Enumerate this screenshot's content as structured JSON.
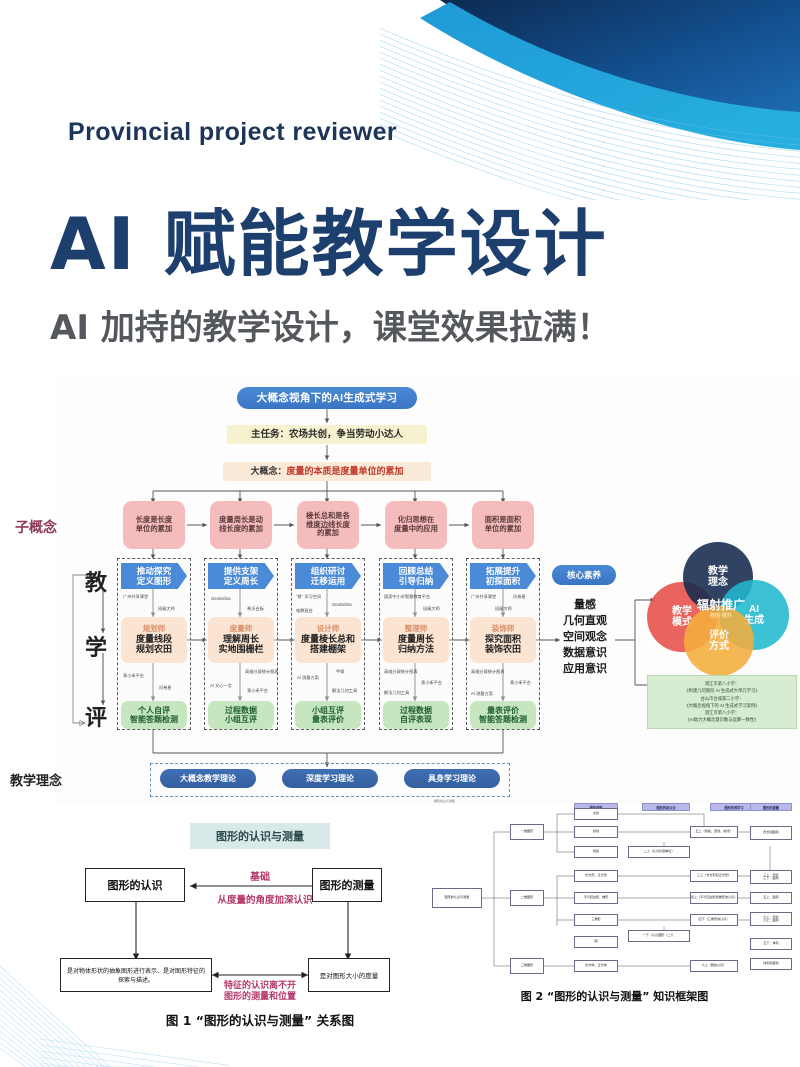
{
  "header": {
    "kicker": "Provincial project reviewer",
    "title": "AI 赋能教学设计",
    "subtitle": "AI 加持的教学设计，课堂效果拉满！",
    "colors": {
      "navy": "#1d3f6e",
      "kicker": "#1d3557",
      "sub": "#54585c",
      "accent": "#2d9cdb"
    }
  },
  "flowchart": {
    "top_node": "大概念视角下的AI生成式学习",
    "main_task": "主任务：农场共创，争当劳动小达人",
    "big_concept_label": "大概念：",
    "big_concept_text": "度量的本质是度量单位的累加",
    "side_labels": {
      "sub_concept": "子概念",
      "teach": "教",
      "learn": "学",
      "assess": "评",
      "teaching_idea": "教学理念"
    },
    "sub_concepts": [
      "长度是长度\n单位的累加",
      "度量周长是动\n线长度的累加",
      "棱长总和是各\n维度边线长度\n的累加",
      "化归思想在\n度量中的应用",
      "面积是面积\n单位的累加"
    ],
    "columns": [
      {
        "chevron": "推动探究\n定义图形",
        "role": "规划师",
        "action": "度量线段\n规划农田",
        "evaluation": "个人自评\n智能答题检测",
        "tools_top": [
          "广州共享课堂",
          "班级大师"
        ],
        "tools_bottom": [
          "青小禾平台",
          "问卷星"
        ]
      },
      {
        "chevron": "提供支架\n定义周长",
        "role": "度量师",
        "action": "理解周长\n实地围栅栏",
        "evaluation": "过程数据\n小组互评",
        "tools_top": [
          "GeoGebra",
          "希沃白板"
        ],
        "tools_bottom": [
          "AI 文心一言",
          "高维分屏统计图表",
          "青小禾平台"
        ]
      },
      {
        "chevron": "组织研讨\n迁移运用",
        "role": "设计师",
        "action": "度量棱长总和\n搭建棚架",
        "evaluation": "小组互评\n量表评价",
        "tools_top": [
          "\"易\" 学习空间",
          "GeoGebra",
          "电教班台"
        ],
        "tools_bottom": [
          "AI 测量方案",
          "甲骨",
          "解法几何工具"
        ]
      },
      {
        "chevron": "回顾总结\n引导归纳",
        "role": "整理师",
        "action": "度量周长\n归纳方法",
        "evaluation": "过程数据\n自评表现",
        "tools_top": [
          "国家中小学智慧教育平台",
          "班级大师"
        ],
        "tools_bottom": [
          "高维分屏统计图表",
          "青小禾平台",
          "解法几何工具"
        ]
      },
      {
        "chevron": "拓展提升\n初探面积",
        "role": "装饰师",
        "action": "探究面积\n装饰农田",
        "evaluation": "量表评价\n智能答题检测",
        "tools_top": [
          "广州共享课堂",
          "问卷星",
          "班级大师"
        ],
        "tools_bottom": [
          "高维分屏统计图表",
          "青小禾平台",
          "AI 测量方案"
        ]
      }
    ],
    "core_literacy": {
      "badge": "核心素养",
      "items": [
        "量感",
        "几何直观",
        "空间观念",
        "数据意识",
        "应用意识"
      ]
    },
    "venn": {
      "circles": [
        {
          "label": "教学\n模式",
          "color": "#e8504a"
        },
        {
          "label": "教学\n理念",
          "color": "#152a4e"
        },
        {
          "label": "AI\n生成",
          "color": "#22b8cf"
        },
        {
          "label": "评价\n方式",
          "color": "#f4ae3d"
        }
      ],
      "center_label": "辐射推广",
      "center_sub": "校内·校外"
    },
    "promotion_note": [
      "湛江市第八小学：",
      "《构建几何图形 AI 生成式大单元学习》",
      "台山市台城第二小学：",
      "《大概念视角下的 AI 生成式学习案例》",
      "湛江市第八小学：",
      "《AI助力大概念意识数与运算一致性》"
    ],
    "theories": [
      "大概念教学理论",
      "深度学习理论",
      "具身学习理论"
    ]
  },
  "figure1": {
    "title": "图形的认识与测量",
    "box_left": "图形的认识",
    "box_right": "图形的测量",
    "label_top": "基础",
    "label_mid": "从度量的角度加深认识",
    "box_bottom_left": "是对物体形状的抽象图形进行表示、是对图形特征的探索与描述。",
    "box_bottom_right": "是对图形大小的度量",
    "label_bottom": "特征的认识离不开\n图形的测量和位置",
    "caption": "图 1 “图形的认识与测量” 关系图"
  },
  "figure2": {
    "root": "图形的认识与测量",
    "headers": [
      "图形类型",
      "图形的初认识",
      "图形的再学习",
      "图形的度量"
    ],
    "branches": [
      "一维图形",
      "二维图形",
      "三维图形"
    ],
    "nodes_l2": [
      "点线",
      "射线",
      "线段",
      "长方形、正方形",
      "平行四边形、梯形",
      "三角形",
      "圆",
      "长方体、正方体"
    ],
    "nodes_l3": [
      "二上（认识长度单位）",
      "一下（认识图形（二））",
      "三上（长方形和正方形）",
      "四上（平行四边形和梯形的认识）",
      "四下（三角形的认识）",
      "六上（圆的认识）"
    ],
    "nodes_l4": [
      "五上（线段、直线、射线）",
      "周长和面积",
      "三上：周长\n三下：面积",
      "五上：面积",
      "六上：周长\n六上：面积",
      "五下：体积",
      "体积和容积"
    ],
    "caption": "图 2 “图形的认识与测量” 知识框架图"
  }
}
